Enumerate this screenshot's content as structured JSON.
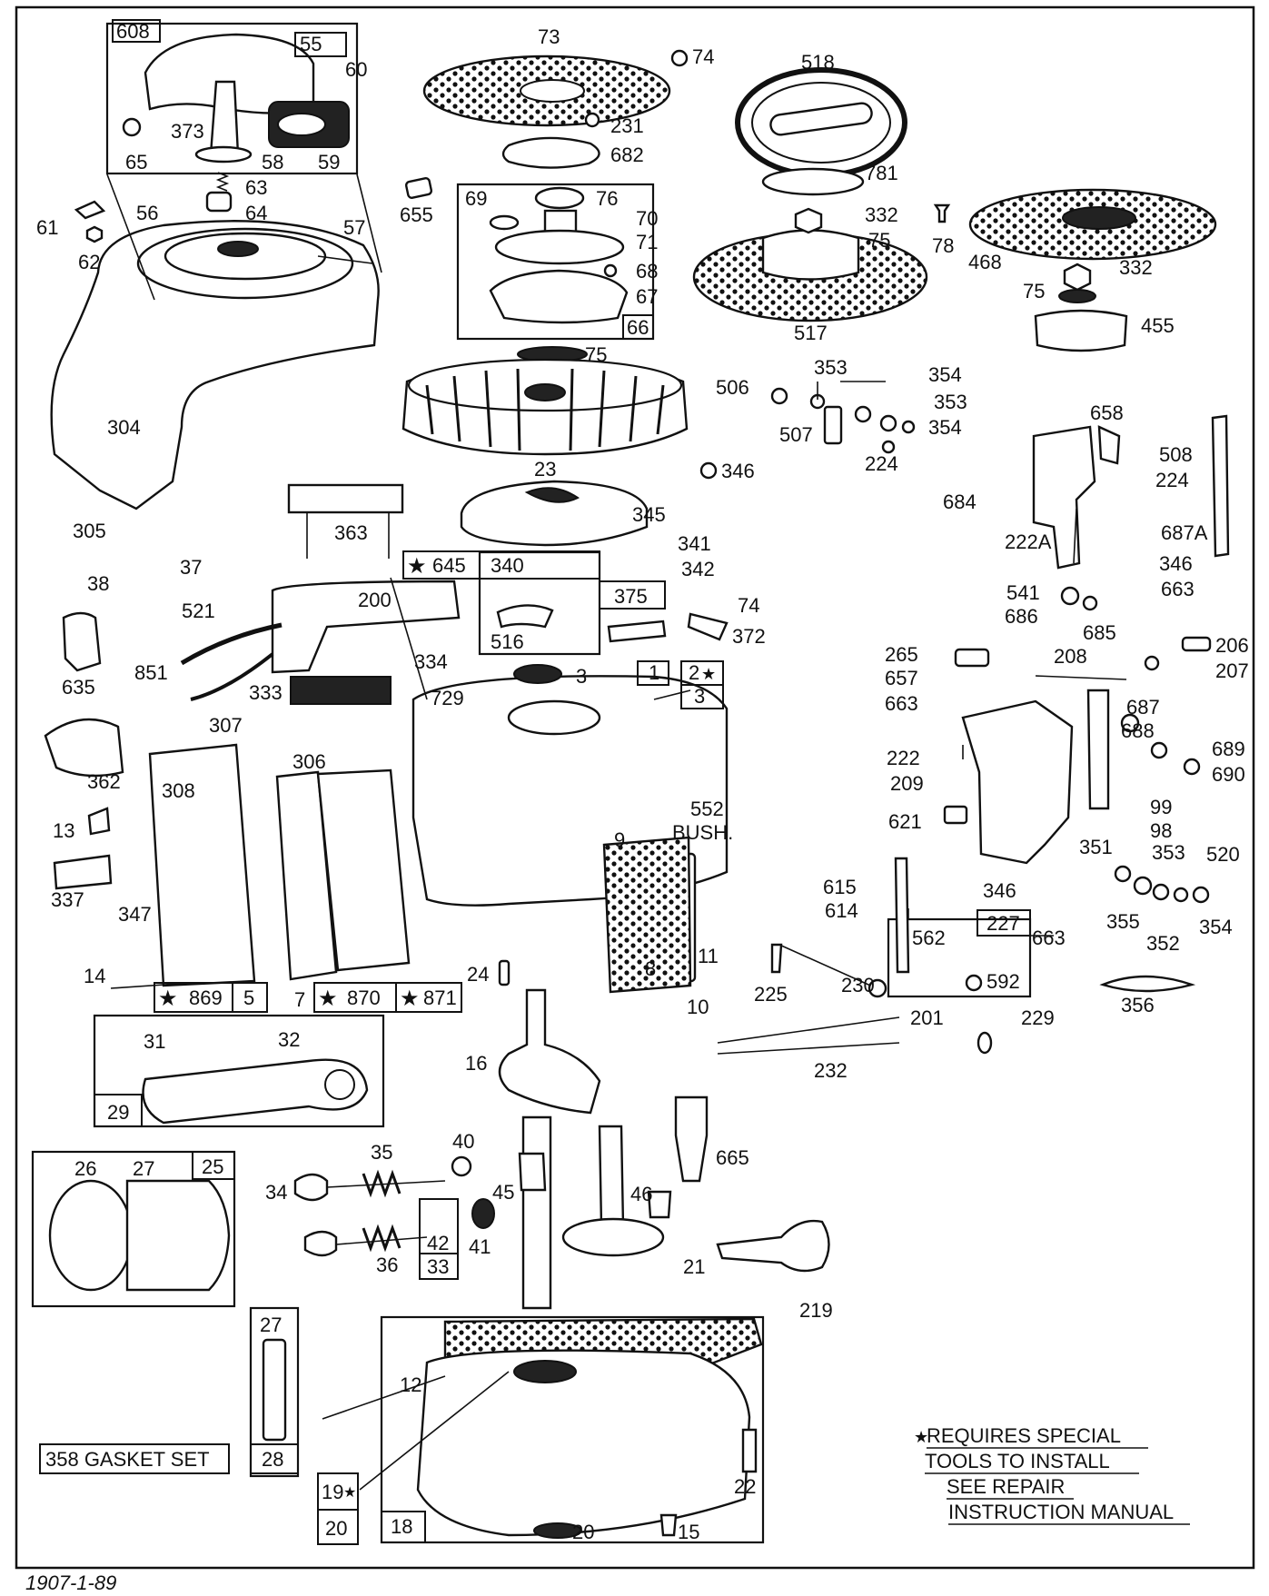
{
  "labels": [
    {
      "id": "608",
      "text": "608"
    },
    {
      "id": "55",
      "text": "55"
    },
    {
      "id": "60",
      "text": "60"
    },
    {
      "id": "373",
      "text": "373"
    },
    {
      "id": "65",
      "text": "65"
    },
    {
      "id": "58",
      "text": "58"
    },
    {
      "id": "59",
      "text": "59"
    },
    {
      "id": "63",
      "text": "63"
    },
    {
      "id": "64",
      "text": "64"
    },
    {
      "id": "61",
      "text": "61"
    },
    {
      "id": "56",
      "text": "56"
    },
    {
      "id": "57",
      "text": "57"
    },
    {
      "id": "62",
      "text": "62"
    },
    {
      "id": "304",
      "text": "304"
    },
    {
      "id": "305",
      "text": "305"
    },
    {
      "id": "37",
      "text": "37"
    },
    {
      "id": "38",
      "text": "38"
    },
    {
      "id": "635",
      "text": "635"
    },
    {
      "id": "521",
      "text": "521"
    },
    {
      "id": "851",
      "text": "851"
    },
    {
      "id": "362",
      "text": "362"
    },
    {
      "id": "307",
      "text": "307"
    },
    {
      "id": "306",
      "text": "306"
    },
    {
      "id": "308",
      "text": "308"
    },
    {
      "id": "13",
      "text": "13"
    },
    {
      "id": "337",
      "text": "337"
    },
    {
      "id": "347",
      "text": "347"
    },
    {
      "id": "14",
      "text": "14"
    },
    {
      "id": "869",
      "text": "869"
    },
    {
      "id": "5",
      "text": "5"
    },
    {
      "id": "7",
      "text": "7"
    },
    {
      "id": "870",
      "text": "870"
    },
    {
      "id": "871",
      "text": "871"
    },
    {
      "id": "73",
      "text": "73"
    },
    {
      "id": "74a",
      "text": "74"
    },
    {
      "id": "231",
      "text": "231"
    },
    {
      "id": "682",
      "text": "682"
    },
    {
      "id": "655",
      "text": "655"
    },
    {
      "id": "69",
      "text": "69"
    },
    {
      "id": "76",
      "text": "76"
    },
    {
      "id": "70",
      "text": "70"
    },
    {
      "id": "71",
      "text": "71"
    },
    {
      "id": "68",
      "text": "68"
    },
    {
      "id": "67",
      "text": "67"
    },
    {
      "id": "66",
      "text": "66"
    },
    {
      "id": "75a",
      "text": "75"
    },
    {
      "id": "23",
      "text": "23"
    },
    {
      "id": "346a",
      "text": "346"
    },
    {
      "id": "345",
      "text": "345"
    },
    {
      "id": "363",
      "text": "363"
    },
    {
      "id": "645",
      "text": "645"
    },
    {
      "id": "341",
      "text": "341"
    },
    {
      "id": "340",
      "text": "340"
    },
    {
      "id": "342",
      "text": "342"
    },
    {
      "id": "375",
      "text": "375"
    },
    {
      "id": "74b",
      "text": "74"
    },
    {
      "id": "372",
      "text": "372"
    },
    {
      "id": "516",
      "text": "516"
    },
    {
      "id": "200",
      "text": "200"
    },
    {
      "id": "334",
      "text": "334"
    },
    {
      "id": "333",
      "text": "333"
    },
    {
      "id": "729",
      "text": "729"
    },
    {
      "id": "3a",
      "text": "3"
    },
    {
      "id": "1",
      "text": "1"
    },
    {
      "id": "2",
      "text": "2"
    },
    {
      "id": "3b",
      "text": "3"
    },
    {
      "id": "552",
      "text": "552"
    },
    {
      "id": "bush",
      "text": "BUSH."
    },
    {
      "id": "9",
      "text": "9"
    },
    {
      "id": "8",
      "text": "8"
    },
    {
      "id": "11",
      "text": "11"
    },
    {
      "id": "24",
      "text": "24"
    },
    {
      "id": "10",
      "text": "10"
    },
    {
      "id": "518",
      "text": "518"
    },
    {
      "id": "781",
      "text": "781"
    },
    {
      "id": "332a",
      "text": "332"
    },
    {
      "id": "75b",
      "text": "75"
    },
    {
      "id": "78",
      "text": "78"
    },
    {
      "id": "517",
      "text": "517"
    },
    {
      "id": "468",
      "text": "468"
    },
    {
      "id": "332b",
      "text": "332"
    },
    {
      "id": "75c",
      "text": "75"
    },
    {
      "id": "455",
      "text": "455"
    },
    {
      "id": "506",
      "text": "506"
    },
    {
      "id": "353a",
      "text": "353"
    },
    {
      "id": "354a",
      "text": "354"
    },
    {
      "id": "353b",
      "text": "353"
    },
    {
      "id": "354b",
      "text": "354"
    },
    {
      "id": "507",
      "text": "507"
    },
    {
      "id": "224a",
      "text": "224"
    },
    {
      "id": "658",
      "text": "658"
    },
    {
      "id": "508",
      "text": "508"
    },
    {
      "id": "224b",
      "text": "224"
    },
    {
      "id": "684",
      "text": "684"
    },
    {
      "id": "222A",
      "text": "222A"
    },
    {
      "id": "687A",
      "text": "687A"
    },
    {
      "id": "346b",
      "text": "346"
    },
    {
      "id": "663a",
      "text": "663"
    },
    {
      "id": "541",
      "text": "541"
    },
    {
      "id": "686",
      "text": "686"
    },
    {
      "id": "685",
      "text": "685"
    },
    {
      "id": "265",
      "text": "265"
    },
    {
      "id": "657",
      "text": "657"
    },
    {
      "id": "208",
      "text": "208"
    },
    {
      "id": "206",
      "text": "206"
    },
    {
      "id": "207",
      "text": "207"
    },
    {
      "id": "663b",
      "text": "663"
    },
    {
      "id": "687",
      "text": "687"
    },
    {
      "id": "688",
      "text": "688"
    },
    {
      "id": "222",
      "text": "222"
    },
    {
      "id": "689",
      "text": "689"
    },
    {
      "id": "209",
      "text": "209"
    },
    {
      "id": "690",
      "text": "690"
    },
    {
      "id": "99",
      "text": "99"
    },
    {
      "id": "98",
      "text": "98"
    },
    {
      "id": "621",
      "text": "621"
    },
    {
      "id": "351",
      "text": "351"
    },
    {
      "id": "353c",
      "text": "353"
    },
    {
      "id": "520",
      "text": "520"
    },
    {
      "id": "346c",
      "text": "346"
    },
    {
      "id": "355",
      "text": "355"
    },
    {
      "id": "352",
      "text": "352"
    },
    {
      "id": "354c",
      "text": "354"
    },
    {
      "id": "615",
      "text": "615"
    },
    {
      "id": "614",
      "text": "614"
    },
    {
      "id": "227",
      "text": "227"
    },
    {
      "id": "562",
      "text": "562"
    },
    {
      "id": "663c",
      "text": "663"
    },
    {
      "id": "225",
      "text": "225"
    },
    {
      "id": "230",
      "text": "230"
    },
    {
      "id": "592",
      "text": "592"
    },
    {
      "id": "356",
      "text": "356"
    },
    {
      "id": "201",
      "text": "201"
    },
    {
      "id": "229",
      "text": "229"
    },
    {
      "id": "232",
      "text": "232"
    },
    {
      "id": "31",
      "text": "31"
    },
    {
      "id": "32",
      "text": "32"
    },
    {
      "id": "29",
      "text": "29"
    },
    {
      "id": "16",
      "text": "16"
    },
    {
      "id": "40",
      "text": "40"
    },
    {
      "id": "35",
      "text": "35"
    },
    {
      "id": "665",
      "text": "665"
    },
    {
      "id": "26",
      "text": "26"
    },
    {
      "id": "27a",
      "text": "27"
    },
    {
      "id": "25",
      "text": "25"
    },
    {
      "id": "34",
      "text": "34"
    },
    {
      "id": "45",
      "text": "45"
    },
    {
      "id": "46",
      "text": "46"
    },
    {
      "id": "36",
      "text": "36"
    },
    {
      "id": "41",
      "text": "41"
    },
    {
      "id": "42",
      "text": "42"
    },
    {
      "id": "33",
      "text": "33"
    },
    {
      "id": "21",
      "text": "21"
    },
    {
      "id": "219",
      "text": "219"
    },
    {
      "id": "27b",
      "text": "27"
    },
    {
      "id": "28",
      "text": "28"
    },
    {
      "id": "12",
      "text": "12"
    },
    {
      "id": "358",
      "text": "358 GASKET SET"
    },
    {
      "id": "19",
      "text": "19"
    },
    {
      "id": "20a",
      "text": "20"
    },
    {
      "id": "18",
      "text": "18"
    },
    {
      "id": "20b",
      "text": "20"
    },
    {
      "id": "15",
      "text": "15"
    },
    {
      "id": "22",
      "text": "22"
    }
  ],
  "note": {
    "line1": "REQUIRES SPECIAL",
    "line2": "TOOLS TO INSTALL",
    "line3": "SEE REPAIR",
    "line4": "INSTRUCTION MANUAL"
  },
  "footer": "1907-1-89",
  "colors": {
    "ink": "#111111",
    "paper": "#ffffff"
  }
}
